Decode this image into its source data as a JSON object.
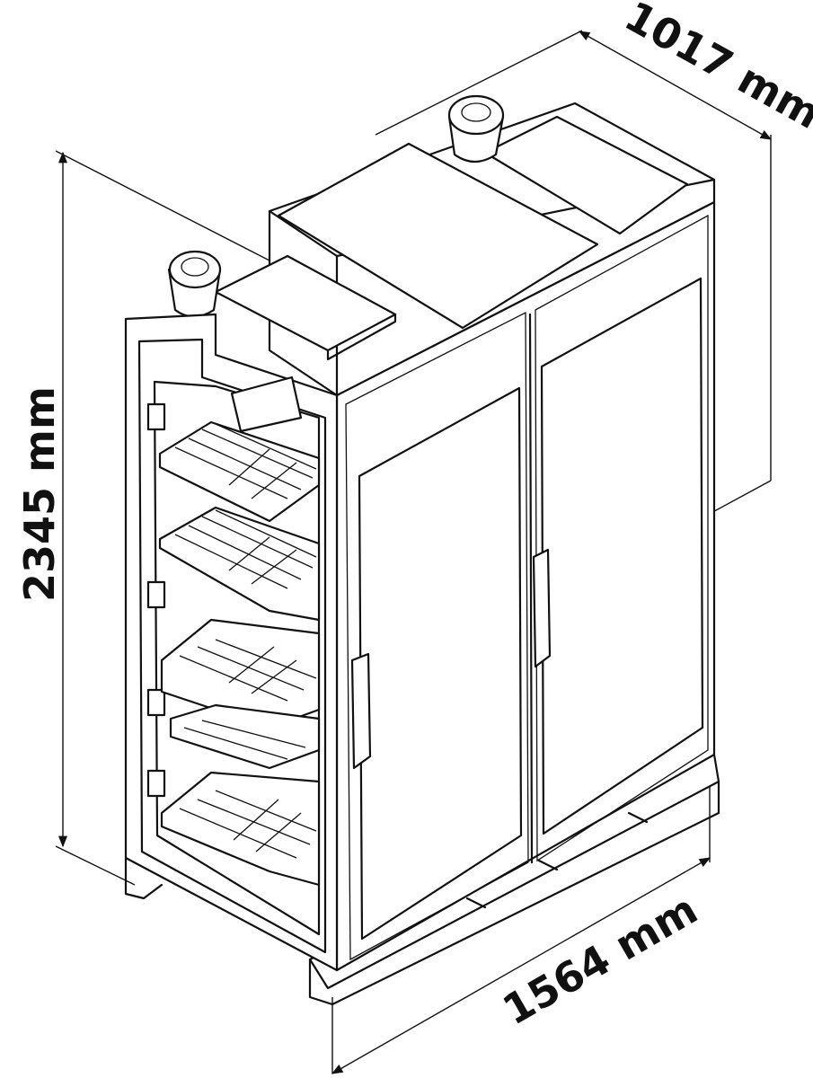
{
  "dimensions": {
    "depth": "1017 mm",
    "height": "2345 mm",
    "width": "1564 mm"
  },
  "colors": {
    "line": "#111111",
    "background": "#ffffff"
  }
}
